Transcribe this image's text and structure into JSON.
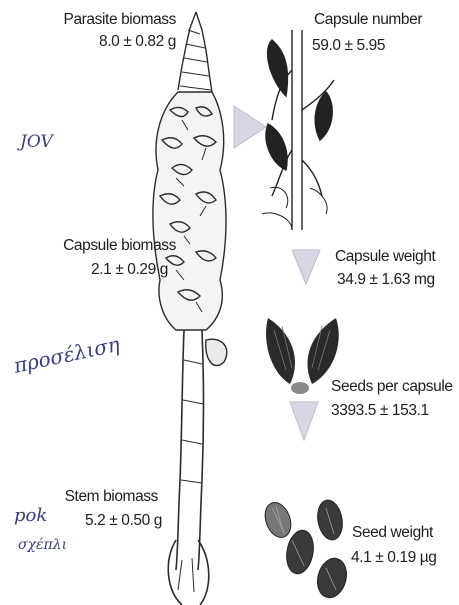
{
  "labels": {
    "parasite_biomass": "Parasite biomass",
    "capsule_biomass": "Capsule biomass",
    "stem_biomass": "Stem biomass",
    "capsule_number": "Capsule number",
    "capsule_weight": "Capsule weight",
    "seeds_per_capsule": "Seeds per capsule",
    "seed_weight": "Seed weight"
  },
  "values": {
    "parasite_biomass": "8.0 ± 0.82 g",
    "capsule_biomass": "2.1 ± 0.29 g",
    "stem_biomass": "5.2 ± 0.50 g",
    "capsule_number": "59.0 ± 5.95",
    "capsule_weight": "34.9 ± 1.63 mg",
    "seeds_per_capsule": "3393.5 ± 153.1",
    "seed_weight": "4.1 ± 0.19 µg"
  },
  "handwriting": {
    "note_top": "JOV",
    "note_middle": "προσέλιση",
    "note_bottom_1": "pok",
    "note_bottom_2": "σχέπλι"
  },
  "colors": {
    "arrow_fill": "#d6d6e4",
    "ink": "#1e1e1e",
    "handwriting_ink": "#3a3f7a"
  }
}
